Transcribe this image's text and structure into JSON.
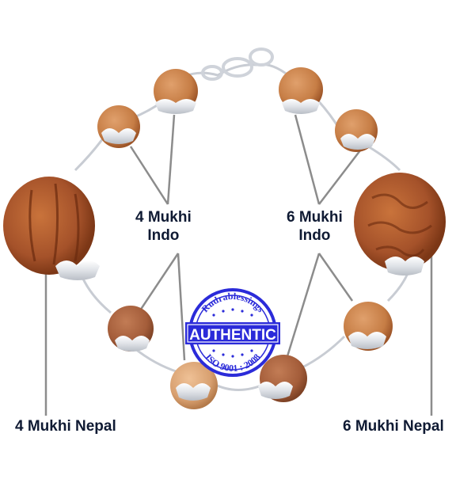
{
  "labels": {
    "four_mukhi_indo": {
      "line1": "4 Mukhi",
      "line2": "Indo"
    },
    "six_mukhi_indo": {
      "line1": "6 Mukhi",
      "line2": "Indo"
    },
    "four_mukhi_nepal": "4 Mukhi Nepal",
    "six_mukhi_nepal": "6 Mukhi Nepal"
  },
  "stamp": {
    "brand": "Rudrablessings",
    "banner": "AUTHENTIC",
    "certification": "ISO 9001 : 2008"
  },
  "colors": {
    "background": "#ffffff",
    "label_text": "#0f1a33",
    "leader_line": "#8c8c8c",
    "stamp_blue": "#2b2bd9",
    "silver": "#e4e6ea",
    "bead_dark": "#a24f22",
    "bead_light": "#d38a55",
    "bead_tan": "#d9a274"
  }
}
